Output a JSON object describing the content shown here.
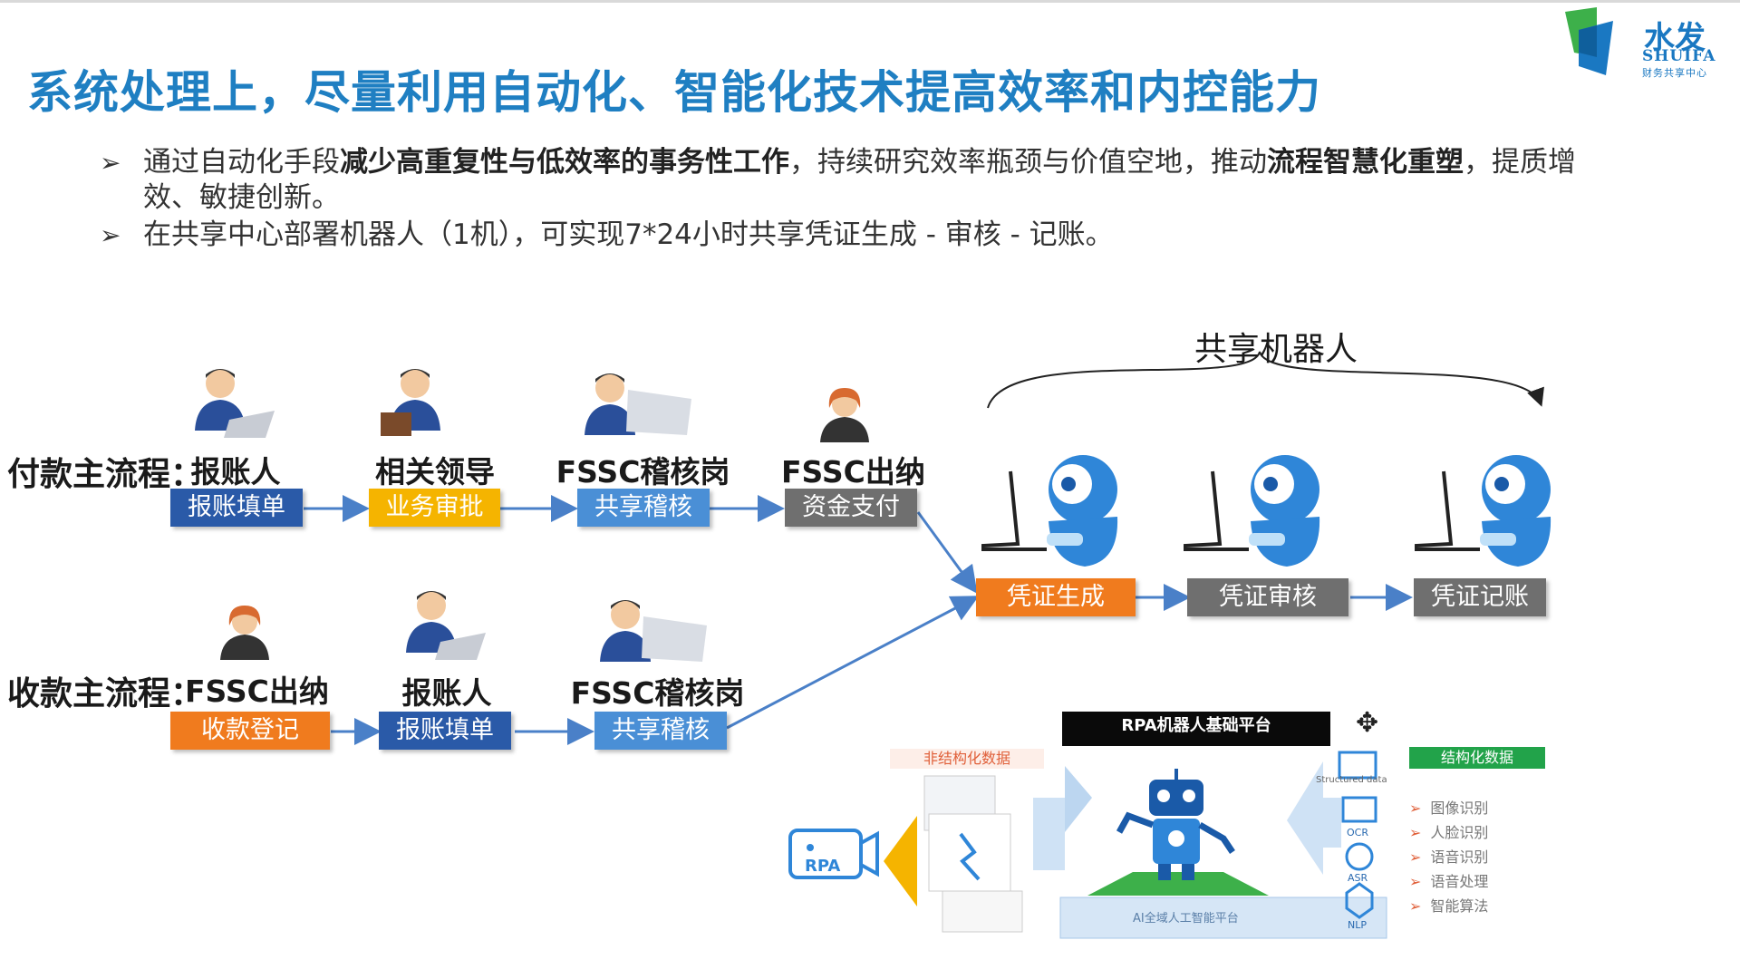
{
  "title": "系统处理上，尽量利用自动化、智能化技术提高效率和内控能力",
  "logo": {
    "cn": "水发",
    "en": "SHUIFA",
    "sub": "财务共享中心"
  },
  "bullets": [
    {
      "pre": "通过自动化手段",
      "bold1": "减少高重复性与低效率的事务性工作",
      "mid": "，持续研究效率瓶颈与价值空地，推动",
      "bold2": "流程智慧化重塑",
      "post": "，提质增效、敏捷创新。"
    },
    {
      "text": "在共享中心部署机器人（1机），可实现7*24小时共享凭证生成 - 审核 - 记账。"
    }
  ],
  "payment": {
    "label": "付款主流程：",
    "roles": [
      "报账人",
      "相关领导",
      "FSSC稽核岗",
      "FSSC出纳"
    ],
    "steps": [
      "报账填单",
      "业务审批",
      "共享稽核",
      "资金支付"
    ]
  },
  "receipt": {
    "label": "收款主流程：",
    "roles": [
      "FSSC出纳",
      "报账人",
      "FSSC稽核岗"
    ],
    "steps": [
      "收款登记",
      "报账填单",
      "共享稽核"
    ]
  },
  "robots": {
    "title": "共享机器人",
    "steps": [
      "凭证生成",
      "凭证审核",
      "凭证记账"
    ]
  },
  "rpa": {
    "banner": "RPA机器人基础平台",
    "unstructured": "非结构化数据",
    "structured": "结构化数据",
    "structured_caption": "Structured data",
    "rpa_label": "RPA",
    "ai_items": [
      "图像识别",
      "人脸识别",
      "语音识别",
      "语音处理",
      "智能算法"
    ],
    "ai_platform": "AI全域人工智能平台",
    "icons": [
      "OCR",
      "ASR",
      "NLP"
    ]
  },
  "colors": {
    "title": "#1f7fc2",
    "blue": "#2a5aa8",
    "yellow": "#f5b400",
    "light_blue": "#4a8fd6",
    "gray": "#6f6f6f",
    "orange": "#f07b1e"
  }
}
